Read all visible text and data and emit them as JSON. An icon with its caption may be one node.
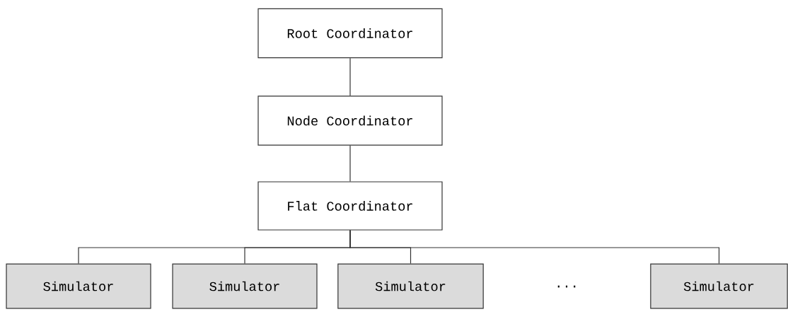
{
  "diagram": {
    "nodes": [
      {
        "text": [
          "Root Coordinator"
        ]
      },
      {
        "text": [
          "Node Coordinator"
        ]
      },
      {
        "text": [
          "Flat Coordinator"
        ]
      },
      {
        "text": [
          "Simulator"
        ]
      },
      {
        "text": [
          "Simulator"
        ]
      },
      {
        "text": [
          "Simulator"
        ]
      },
      {
        "text": [
          "Simulator"
        ]
      }
    ],
    "edges": [
      {
        "from": 0,
        "to": 1,
        "arrow": "none"
      },
      {
        "from": 1,
        "to": 2,
        "arrow": "none"
      },
      {
        "from": 2,
        "to": 3,
        "arrow": "none"
      },
      {
        "from": 2,
        "to": 4,
        "arrow": "none"
      },
      {
        "from": 2,
        "to": 5,
        "arrow": "none"
      },
      {
        "from": 2,
        "to": 6,
        "arrow": "none"
      }
    ],
    "labels": [
      "..."
    ]
  }
}
